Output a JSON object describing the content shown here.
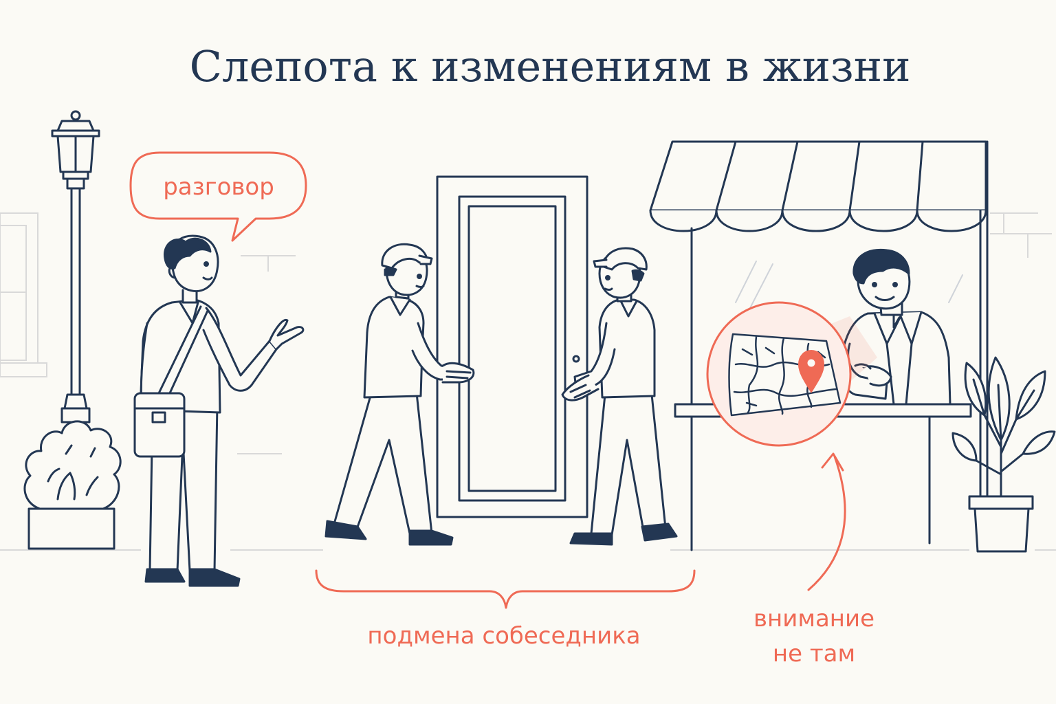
{
  "title": "Слепота к изменениям в жизни",
  "bubble_label": "разговор",
  "brace_label": "подмена собеседника",
  "attention_label_line1": "внимание",
  "attention_label_line2": "не там",
  "colors": {
    "ink": "#233753",
    "accent": "#ef6a55",
    "background": "#fbfaf5",
    "faint": "#dcdcdc"
  }
}
